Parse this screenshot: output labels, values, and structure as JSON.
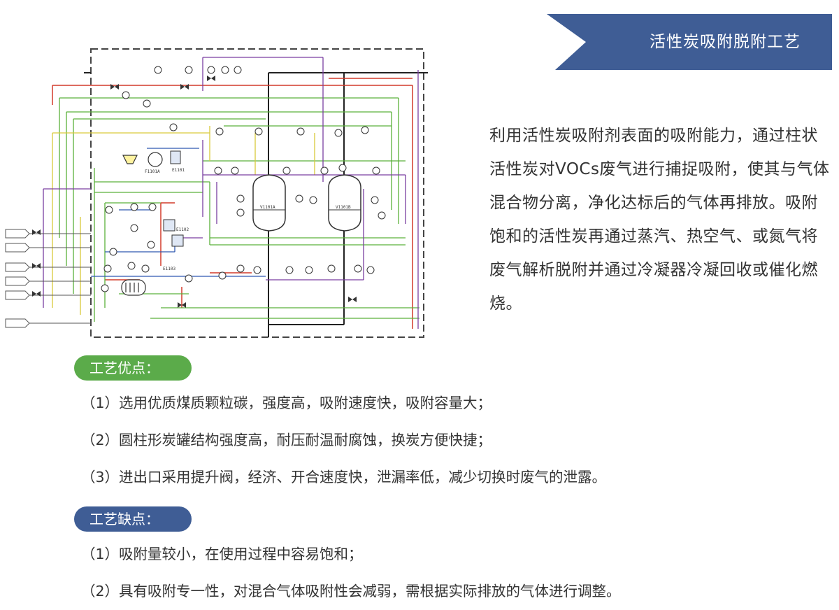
{
  "banner": {
    "title": "活性炭吸附脱附工艺",
    "color": "#3f5d95"
  },
  "diagram": {
    "vessel_labels": [
      "V1101A",
      "V1101B"
    ],
    "equipment_labels": [
      "F1101A",
      "E1101",
      "E1102",
      "E1103"
    ]
  },
  "description": "利用活性炭吸附剂表面的吸附能力，通过柱状活性炭对VOCs废气进行捕捉吸附，使其与气体混合物分离，净化达标后的气体再排放。吸附饱和的活性炭再通过蒸汽、热空气、或氮气将废气解析脱附并通过冷凝器冷凝回收或催化燃烧。",
  "advantages": {
    "title": "工艺优点：",
    "color": "#5bab4a",
    "items": [
      "（1）选用优质煤质颗粒碳，强度高，吸附速度快，吸附容量大；",
      "（2）圆柱形炭罐结构强度高，耐压耐温耐腐蚀，换炭方便快捷；",
      "（3）进出口采用提升阀，经济、开合速度快，泄漏率低，减少切换时废气的泄露。"
    ]
  },
  "disadvantages": {
    "title": "工艺缺点：",
    "color": "#3f5d95",
    "items": [
      "（1）吸附量较小，在使用过程中容易饱和；",
      "（2）具有吸附专一性，对混合气体吸附性会减弱，需根据实际排放的气体进行调整。"
    ]
  }
}
